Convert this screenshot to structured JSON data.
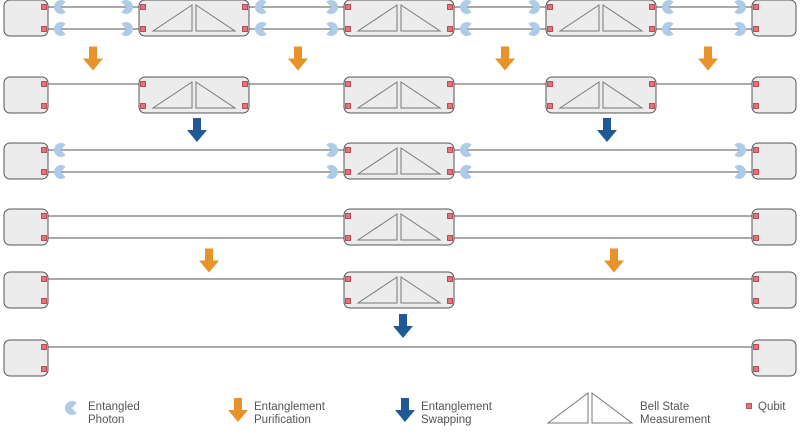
{
  "colors": {
    "node_fill": "#ececec",
    "node_stroke": "#555555",
    "link": "#555555",
    "photon": "#aecbe8",
    "qubit_fill": "#e0737d",
    "qubit_stroke": "#b0313f",
    "purification_arrow": "#e8922a",
    "swapping_arrow": "#1f5a96",
    "legend_text": "#555555"
  },
  "legend": {
    "entangled_photon": "Entangled\nPhoton",
    "purification": "Entanglement\nPurification",
    "swapping": "Entanglement\nSwapping",
    "bell_state": "Bell State\nMeasurement",
    "qubit": "Qubit"
  },
  "icons": {
    "photon": "entangled-photon-icon",
    "purification": "purification-arrow-icon",
    "swapping": "swapping-arrow-icon",
    "bell_state": "bell-state-measurement-icon",
    "qubit": "qubit-icon"
  },
  "stages": [
    {
      "repeaters": [
        "r1",
        "r2",
        "r3"
      ],
      "links": "double-photon",
      "arrows_after": [
        "purification",
        "purification",
        "purification",
        "purification"
      ]
    },
    {
      "repeaters": [
        "r1",
        "r2",
        "r3"
      ],
      "links": "single",
      "arrows_after": [
        "swapping",
        "swapping"
      ]
    },
    {
      "repeaters": [
        "r2"
      ],
      "links": "double-photon",
      "arrows_after": []
    },
    {
      "repeaters": [
        "r2"
      ],
      "links": "double",
      "arrows_after": [
        "purification",
        "purification"
      ]
    },
    {
      "repeaters": [
        "r2"
      ],
      "links": "single",
      "arrows_after": [
        "swapping"
      ]
    },
    {
      "repeaters": [],
      "links": "single",
      "arrows_after": []
    }
  ]
}
